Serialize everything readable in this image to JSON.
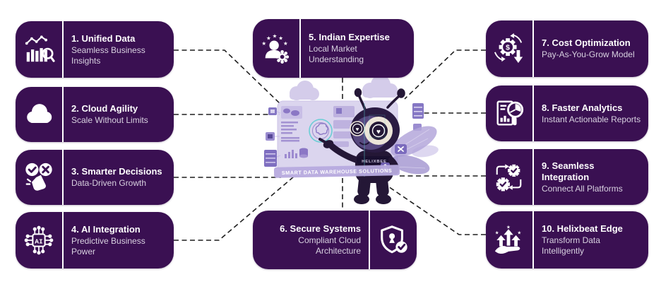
{
  "page": {
    "background": "#ffffff"
  },
  "colors": {
    "card_bg": "#3a1052",
    "card_title": "#ffffff",
    "card_subtitle": "#d8d1e0",
    "connector": "#1f1f1f",
    "panel": "#d3cbeb",
    "accent_cyan": "#57cbcd",
    "bee_body": "#241736",
    "bee_face": "#ece5d8",
    "wing": "#b4a7da"
  },
  "center": {
    "banner": "SMART DATA WAREHOUSE SOLUTIONS",
    "mascot_label": "HELIXBEE"
  },
  "icons": {
    "ai_label": "AI",
    "dollar": "$"
  },
  "cards": [
    {
      "title": "1. Unified Data",
      "subtitle": "Seamless Business Insights",
      "icon": "bar-chart-magnifier-icon"
    },
    {
      "title": "2. Cloud Agility",
      "subtitle": "Scale Without Limits",
      "icon": "cloud-icon"
    },
    {
      "title": "3. Smarter Decisions",
      "subtitle": "Data-Driven Growth",
      "icon": "check-cross-hand-icon"
    },
    {
      "title": "4. AI Integration",
      "subtitle": "Predictive Business Power",
      "icon": "ai-chip-icon"
    },
    {
      "title": "5. Indian Expertise",
      "subtitle": "Local Market Understanding",
      "icon": "expert-badge-icon"
    },
    {
      "title": "6. Secure Systems",
      "subtitle": "Compliant Cloud Architecture",
      "icon": "shield-check-icon"
    },
    {
      "title": "7. Cost Optimization",
      "subtitle": "Pay-As-You-Grow Model",
      "icon": "gear-dollar-cycle-icon"
    },
    {
      "title": "8. Faster Analytics",
      "subtitle": "Instant Actionable Reports",
      "icon": "report-pie-magnifier-icon"
    },
    {
      "title": "9. Seamless Integration",
      "subtitle": "Connect All Platforms",
      "icon": "gears-sync-icon"
    },
    {
      "title": "10. Helixbeat Edge",
      "subtitle": "Transform Data Intelligently",
      "icon": "hand-growth-arrows-icon"
    }
  ]
}
